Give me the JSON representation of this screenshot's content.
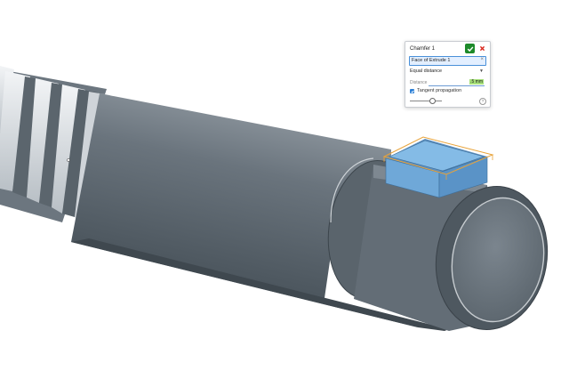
{
  "dialog": {
    "title": "Chamfer 1",
    "selection": "Face of Extrude 1",
    "clear_symbol": "×",
    "chamfer_type": "Equal distance",
    "distance_label": "Distance",
    "distance_value": ".5 mm",
    "tangent_label": "Tangent propagation",
    "tangent_checked": true,
    "help_symbol": "?"
  },
  "icons": {
    "ok": "checkmark-icon",
    "cancel": "close-icon",
    "dropdown": "chevron-down-icon",
    "help": "help-icon"
  },
  "colors": {
    "ok_green": "#1d8a2a",
    "cancel_red": "#d9261c",
    "selection_blue": "#4a90d9",
    "distance_highlight": "#a6e07a",
    "shaft_gray": "#5f6a73",
    "preview_orange": "#e8a33a",
    "key_blue": "#7ab3df"
  }
}
